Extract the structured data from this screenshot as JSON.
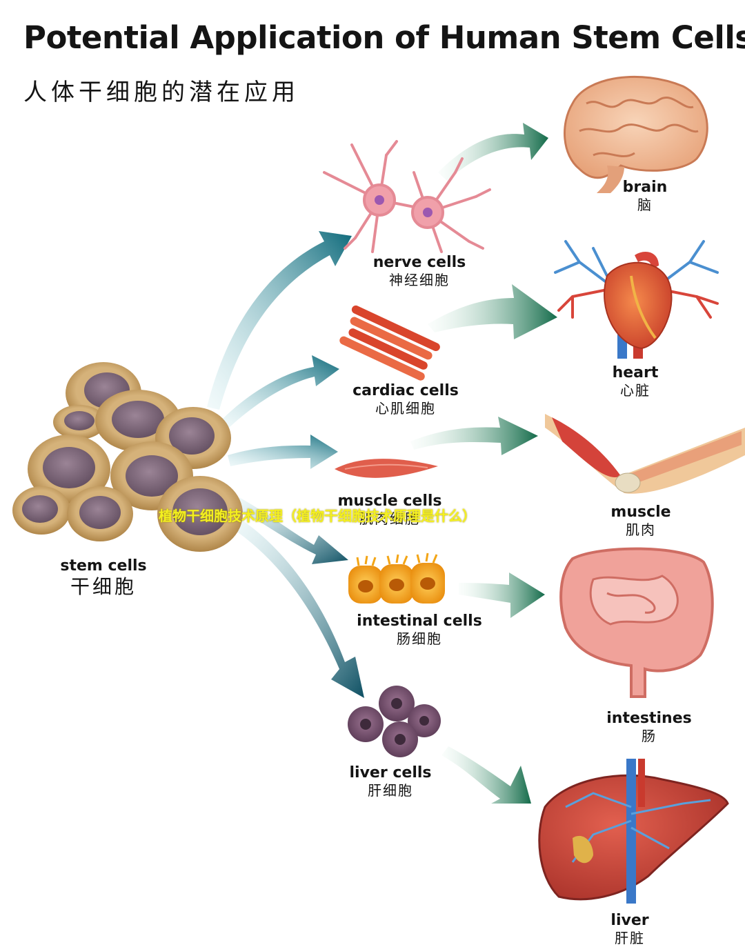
{
  "title": "Potential Application of Human Stem Cells",
  "subtitle": "人体干细胞的潜在应用",
  "stem": {
    "en": "stem cells",
    "zh": "干细胞"
  },
  "cells": [
    {
      "en": "nerve cells",
      "zh": "神经细胞"
    },
    {
      "en": "cardiac cells",
      "zh": "心肌细胞"
    },
    {
      "en": "muscle cells",
      "zh": "肌肉细胞"
    },
    {
      "en": "intestinal cells",
      "zh": "肠细胞"
    },
    {
      "en": "liver cells",
      "zh": "肝细胞"
    }
  ],
  "organs": [
    {
      "en": "brain",
      "zh": "脑"
    },
    {
      "en": "heart",
      "zh": "心脏"
    },
    {
      "en": "muscle",
      "zh": "肌肉"
    },
    {
      "en": "intestines",
      "zh": "肠"
    },
    {
      "en": "liver",
      "zh": "肝脏"
    }
  ],
  "watermark": "植物干细胞技术原理（植物干细胞技术原理是什么）",
  "colors": {
    "arrow_teal": "#0e6b7c",
    "arrow_green": "#1f8a5b",
    "cell_tan": "#c49a55",
    "nucleus": "#7a6378"
  }
}
